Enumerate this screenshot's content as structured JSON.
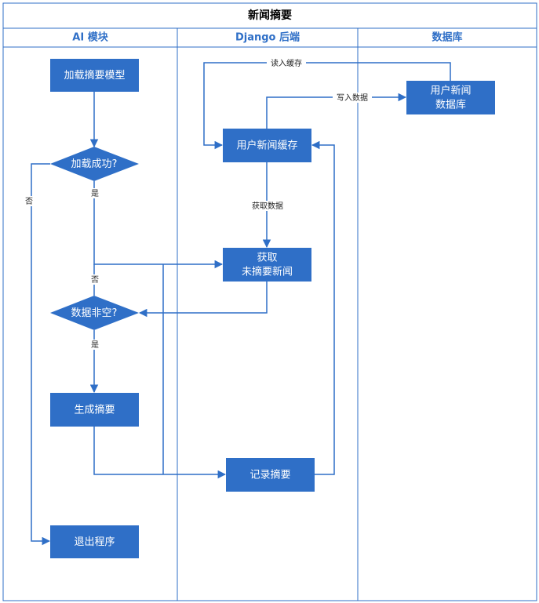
{
  "title": "新闻摘要",
  "lanes": [
    {
      "id": "ai",
      "label": "AI 模块"
    },
    {
      "id": "django",
      "label": "Django 后端"
    },
    {
      "id": "db",
      "label": "数据库"
    }
  ],
  "nodes": {
    "load_model": {
      "label": "加载摘要模型",
      "shape": "process"
    },
    "load_ok": {
      "label": "加载成功?",
      "shape": "decision"
    },
    "data_nonempty": {
      "label": "数据非空?",
      "shape": "decision"
    },
    "gen_summary": {
      "label": "生成摘要",
      "shape": "process"
    },
    "exit": {
      "label": "退出程序",
      "shape": "process"
    },
    "user_news_cache": {
      "label": "用户新闻缓存",
      "shape": "process"
    },
    "fetch_unsummarized": {
      "label": "获取\n未摘要新闻",
      "shape": "process"
    },
    "record_summary": {
      "label": "记录摘要",
      "shape": "process"
    },
    "user_news_db": {
      "label": "用户新闻\n数据库",
      "shape": "process"
    }
  },
  "edges": {
    "read_cache": "读入缓存",
    "write_data": "写入数据",
    "fetch_data": "获取数据",
    "yes1": "是",
    "no1": "否",
    "no2": "否",
    "yes2": "是"
  },
  "colors": {
    "node_fill": "#2f6fc7",
    "line": "#2f6fc7",
    "border": "#2f6fc7",
    "lane_text": "#2f6fc7"
  }
}
